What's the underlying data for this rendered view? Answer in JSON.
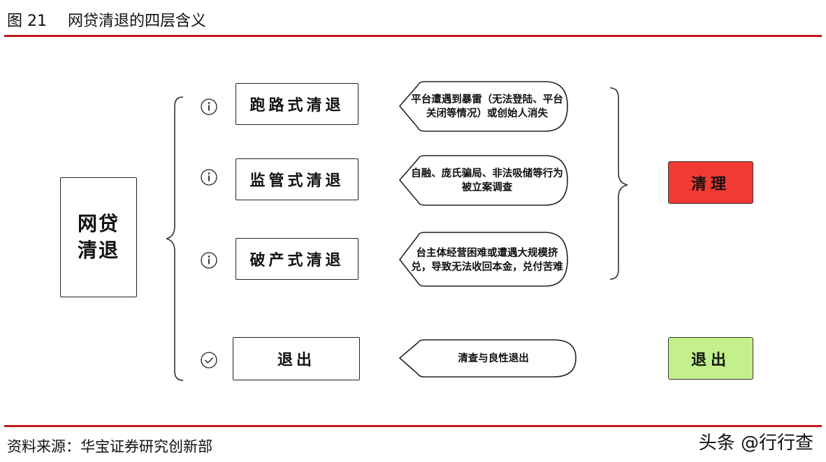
{
  "figure": {
    "number": "图 21",
    "title": "网贷清退的四层含义"
  },
  "main": {
    "label": "网贷\n清退"
  },
  "categories": [
    {
      "label": "跑路式清退",
      "icon": "info-icon",
      "description": "平台遭遇到暴雷（无法登陆、平台关闭等情况）或创始人消失"
    },
    {
      "label": "监管式清退",
      "icon": "info-icon",
      "description": "自融、庞氏骗局、非法吸储等行为被立案调查"
    },
    {
      "label": "破产式清退",
      "icon": "info-icon",
      "description": "台主体经营困难或遭遇大规模挤兑，导致无法收回本金，兑付苦难"
    },
    {
      "label": "退出",
      "icon": "check-circle-icon",
      "description": "清查与良性退出"
    }
  ],
  "results": {
    "cleanup": {
      "label": "清理",
      "color": "#f03a33"
    },
    "exit": {
      "label": "退出",
      "color": "#c3f08a"
    }
  },
  "footer": {
    "source": "资料来源：华宝证券研究创新部",
    "credit": "头条 @行行查"
  },
  "colors": {
    "rule": "#c0161c"
  }
}
